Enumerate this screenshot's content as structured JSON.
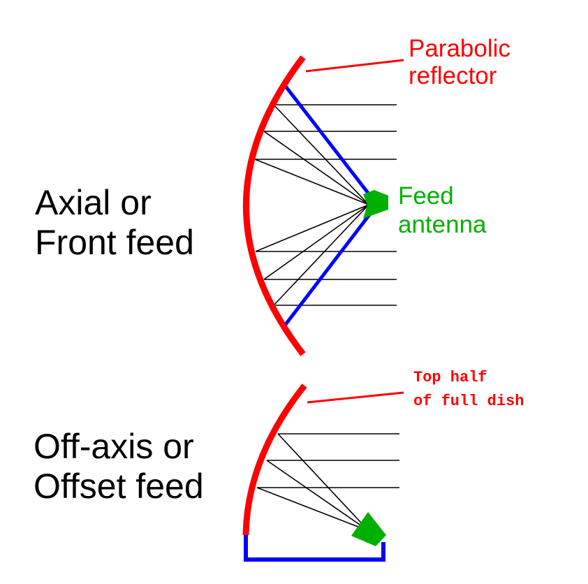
{
  "diagram": {
    "axial": {
      "label_line1": "Axial or",
      "label_line2": "Front feed",
      "reflector_label_line1": "Parabolic",
      "reflector_label_line2": "reflector",
      "feed_label_line1": "Feed",
      "feed_label_line2": "antenna"
    },
    "offset": {
      "label_line1": "Off-axis or",
      "label_line2": "Offset feed",
      "reflector_label_line1": "Top half",
      "reflector_label_line2": "of full dish"
    }
  },
  "colors": {
    "reflector": "#ff0000",
    "support": "#0000ff",
    "feed": "#00b000",
    "rays": "#000000",
    "text_main": "#000000",
    "text_reflector": "#ff0000",
    "text_feed": "#00b000"
  }
}
